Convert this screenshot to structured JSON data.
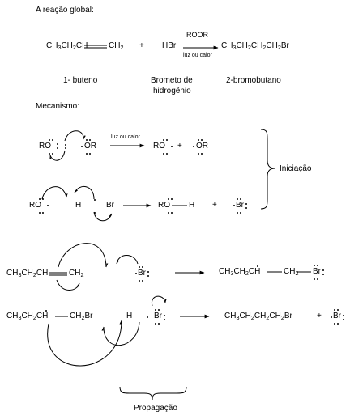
{
  "global_reaction": {
    "heading": "A reação global:",
    "reactant1": "CH3CH2CH",
    "reactant1_end": "CH2",
    "plus": "+",
    "reactant2": "HBr",
    "condition_top": "ROOR",
    "condition_bottom": "luz ou calor",
    "product": "CH3CH2CH2CH2Br",
    "label_reactant1": "1- buteno",
    "label_reactant2_line1": "Brometo de",
    "label_reactant2_line2": "hidrogênio",
    "label_product": "2-bromobutano"
  },
  "mechanism": {
    "heading": "Mecanismo:",
    "initiation": {
      "step1": {
        "left_group": "RO",
        "right_group": "OR",
        "arrow_label": "luz ou calor",
        "product1": "RO",
        "plus": "+",
        "product2": "OR"
      },
      "step2": {
        "reagent1": "RO",
        "reagent2_h": "H",
        "reagent2_br": "Br",
        "product_ro": "RO",
        "product_h": "H",
        "plus": "+",
        "product_br": "Br"
      },
      "label": "Iniciação"
    },
    "propagation": {
      "step1": {
        "alkene": "CH3CH2CH",
        "alkene_end": "CH2",
        "radical": "Br",
        "product_left": "CH3CH2CH",
        "product_mid": "CH2",
        "product_br": "Br"
      },
      "step2": {
        "radical_left": "CH3CH2CH",
        "radical_right": "CH2Br",
        "h": "H",
        "br": "Br",
        "product": "CH3CH2CH2CH2Br",
        "plus": "+",
        "product_br": "Br"
      },
      "label": "Propagação"
    }
  }
}
